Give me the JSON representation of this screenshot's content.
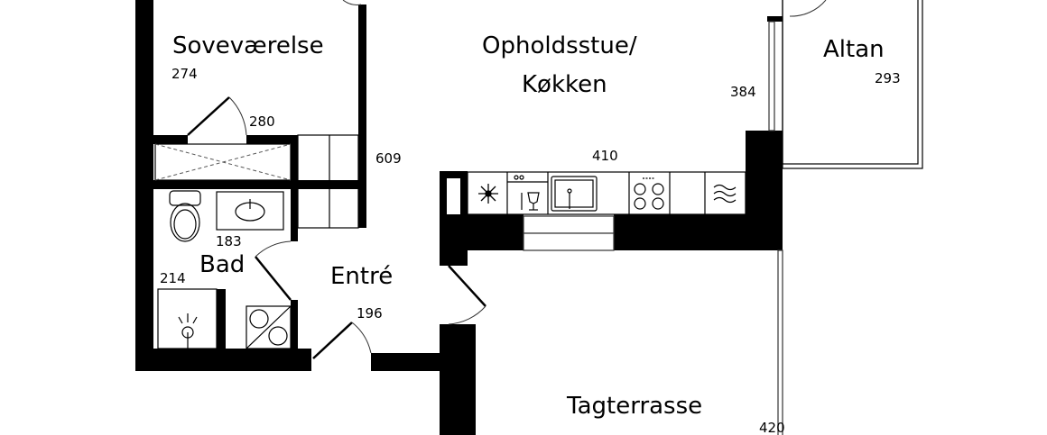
{
  "rooms": {
    "bedroom": {
      "name": "Soveværelse",
      "dim_a": "274",
      "dim_b": "280"
    },
    "bath": {
      "name": "Bad",
      "dim_a": "183",
      "dim_b": "214"
    },
    "entry": {
      "name": "Entré",
      "dim": "196"
    },
    "living": {
      "name_line1": "Opholdsstue/",
      "name_line2": "Køkken",
      "dim_a": "384",
      "dim_b": "410"
    },
    "balcony": {
      "name": "Altan",
      "dim": "293"
    },
    "terrace": {
      "name": "Tagterrasse",
      "dim": "420"
    },
    "apartment_dim": "609"
  }
}
